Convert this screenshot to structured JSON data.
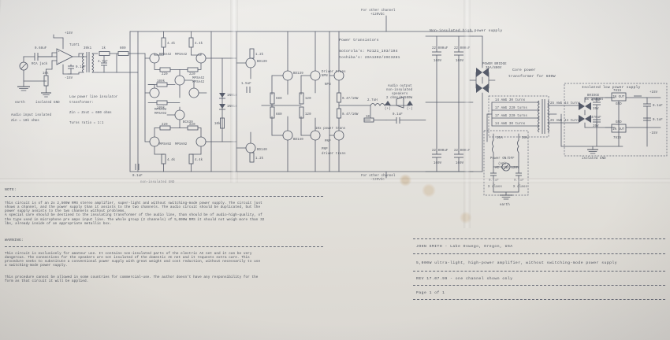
{
  "document": {
    "kind": "scanned-schematic",
    "page_background": "#f2f1ef",
    "ink_color": "#5a6070"
  },
  "schematic": {
    "input_stage": {
      "source_label": "RCA jack",
      "input_cap": "0.68uF",
      "opamp": "TL071",
      "opamp_supply_pos": "+15V",
      "opamp_supply_neg": "-15V",
      "opamp_cap": "0.1uF",
      "input_res": "10k",
      "feedback_res": "39k1",
      "series_res_1": "1k",
      "series_res_2": "600",
      "bypass_cap": "4.7pF",
      "earth_label": "earth",
      "isolated_gnd_label": "isolated GND",
      "note_line1": "Audio input isolated",
      "note_line2": "Zin = 10k ohms",
      "transformer_note_1": "Low power line insulator",
      "transformer_note_2": "transformer:",
      "transformer_note_3": "Zin = Zout = 600 ohms",
      "transformer_note_4": "Turns ratio = 1:1"
    },
    "driver_stage": {
      "transistors": [
        "MPSA42",
        "MPSA42",
        "MPSA42",
        "MPSA42",
        "MPSA92",
        "MPSA92",
        "MPSA92",
        "MPSA92",
        "BC639",
        "BD139",
        "BD140",
        "BD139",
        "BD140"
      ],
      "resistors": [
        "4.4k",
        "4.4k",
        "4.4k",
        "4.4k",
        "220",
        "220",
        "220",
        "220",
        "100k",
        "100k",
        "220",
        "680",
        "680",
        "120",
        "120",
        "1k",
        "1.2k",
        "10k"
      ],
      "caps": [
        "0.1uF",
        "0.1uF",
        "1.5uF",
        "1.5uF"
      ],
      "diodes": [
        "1N914",
        "1N914"
      ],
      "zener_label": "1k",
      "bus_gnd": "non-insulated GND"
    },
    "output_stage": {
      "power_transistors_title": "Power transistors",
      "power_transistors_line1": "motorola's: MJ121_193/194",
      "power_transistors_line2": "toshiba's: 2SA1302/2SC3281",
      "emitter_res_top": "0.47/10W",
      "emitter_res_bot": "0.47/10W",
      "parallel_note": "10x power trans",
      "parallel_count": "NPN",
      "parallel_count_pnp": "PNP",
      "output_inductor": "2.7uH",
      "zobel_res": "10",
      "zobel_cap": "0.1uF",
      "speaker_note_1": "Audio output",
      "speaker_note_2": "non-insulated",
      "speaker_note_3": "speakers",
      "speaker_note_4": "2 ohms/2,500W",
      "speaker_plus": "(+)",
      "speaker_minus": "(-)",
      "rail_note_top_1": "For other channel",
      "rail_note_top_2": "+120Vdc",
      "rail_note_bot_1": "For other channel",
      "rail_note_bot_2": "-120Vdc"
    },
    "hv_supply": {
      "title": "Non-insulated high power supply",
      "cap1": "22,000uF",
      "cap1_v": "160V",
      "cap2": "22,000uF",
      "cap2_v": "160V",
      "cap3": "22,000uF",
      "cap3_v": "160V",
      "cap4": "22,000uF",
      "cap4_v": "160V",
      "bridge_label_1": "POWER BRIDGE",
      "bridge_label_2": "35A/800V"
    },
    "transformer": {
      "title_1": "Core power",
      "title_2": "transformer for 600W",
      "primary_windings": [
        "14 AWG 30 turns",
        "17 AWG 220 turns",
        "17 AWG 220 turns",
        "14 AWG 30 turns"
      ],
      "secondary_windings": [
        "25 AWG 44 turns",
        "25 AWG 44 turns"
      ]
    },
    "mains": {
      "fuse_left": "30A",
      "fuse_right": "30A",
      "switch_label": "Power ON/OFF",
      "source_label_1": "(AC)",
      "source_label_2": "AC LINE 120V",
      "cap_left": "0.1uF",
      "cap_left_class": "X class",
      "cap_right": "0.1uF",
      "cap_right_class": "X class",
      "earth_label": "earth"
    },
    "lv_supply": {
      "title": "Isolated low power supply",
      "bridge_1": "BRIDGE",
      "bridge_2": "4x 1N4004",
      "cap_in_pos": "470uF",
      "cap_in_pos_v": "35V",
      "cap_in_neg": "470uF",
      "cap_in_neg_v": "35V",
      "cap_a": "0.1uF",
      "cap_b": "0.1uF",
      "cap_c": "0.1uF",
      "cap_d": "0.1uF",
      "reg_pos": "7815",
      "reg_neg": "7915",
      "reg_pos_pins": "IN    OUT",
      "reg_neg_pins": "IN    OUT",
      "reg_pos_gnd": "GND",
      "reg_neg_gnd": "GND",
      "rail_pos": "+15V",
      "rail_neg": "-15V",
      "gnd_label": "isolated GND"
    }
  },
  "notes": {
    "note_heading": "NOTE:",
    "note_body": "This circuit is of an 2x 2,500W RMS stereo amplifier, super-light and without switching-mode power supply. The circuit just\nshows a channel, and the power supply than it assists to the two channels. The audio circuit should be duplicated, but the\npower supply assists to the two channels without problems.\nA special care should be destined to the insulating transformer of the audio line, than should be of audio-high-quality, of\nthe type used in microphone pre amps input line. The whole group (2 channels) of 5,000W RMS it should not weigh more than 32\nlbs, already inside of an appropriate metallic box.",
    "warning_heading": "WARNING:",
    "warning_body_1": "This circuit is exclusively for amateur use. It contains non-insulated parts of the electric AC net and it can be very\ndangerous. The connections for the speakers are not insulated of the domestic AC net and it requests extra care. This\nprocedure seeks to substitute a conventional power supply with great weight and cost reduction, without necessarily to use\na switching-mode power supply.",
    "warning_body_2": "This procedure cannot be allowed in some countries for commercial-use. The author doesn't have any responsibility for the\nform as that circuit it will be applied."
  },
  "title_block": {
    "author": "JOHN SMITH - Lake Oswego, Oregon, USA",
    "description": "5,000W ultra-light, high-power amplifier, without switching-mode power supply",
    "revision": "REV 17.07.99 - one channel shown only",
    "page": "Page 1 of 1"
  }
}
